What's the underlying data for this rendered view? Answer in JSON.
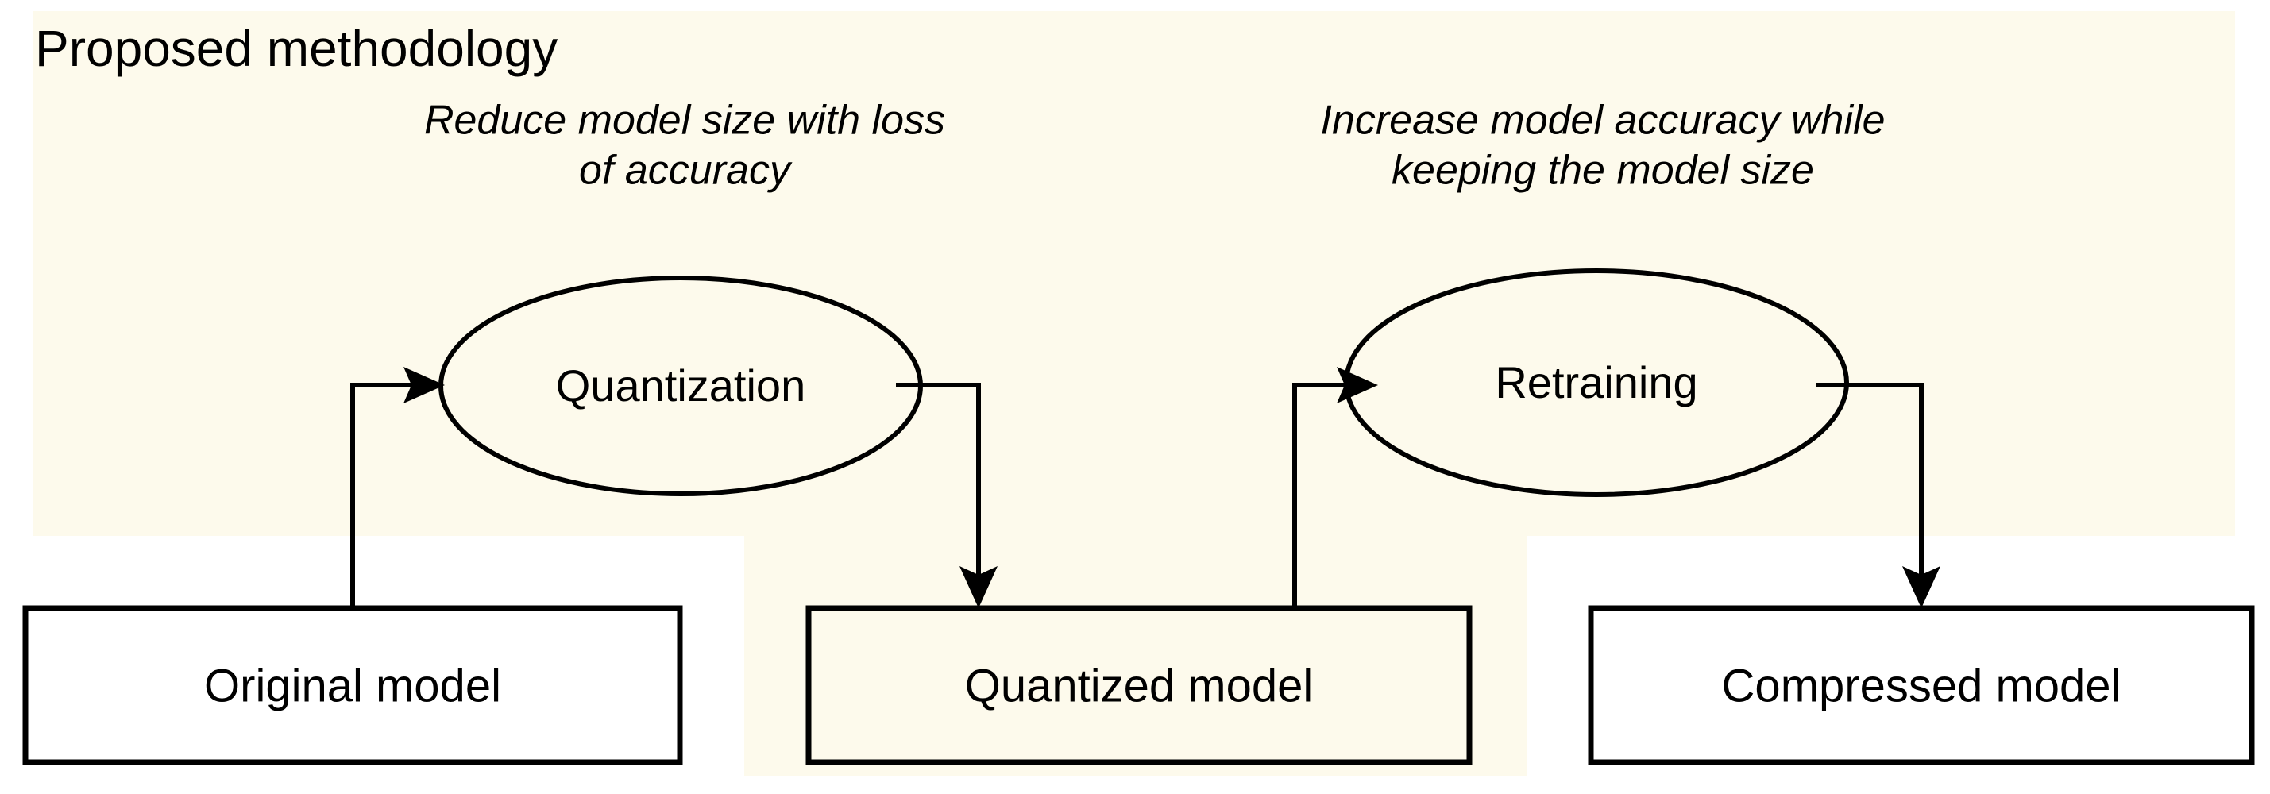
{
  "diagram": {
    "title": "Proposed methodology",
    "background_color": "#FDFAEC",
    "line_color": "#000000",
    "captions": [
      {
        "id": "left-caption",
        "line1": "Reduce model size with loss",
        "line2": "of accuracy"
      },
      {
        "id": "right-caption",
        "line1": "Increase model accuracy while",
        "line2": "keeping the model size"
      }
    ],
    "process_nodes": [
      {
        "id": "quantization",
        "label": "Quantization"
      },
      {
        "id": "retraining",
        "label": "Retraining"
      }
    ],
    "model_boxes": [
      {
        "id": "original-model",
        "label": "Original model"
      },
      {
        "id": "quantized-model",
        "label": "Quantized model"
      },
      {
        "id": "compressed-model",
        "label": "Compressed model"
      }
    ],
    "connectors": [
      {
        "id": "original-to-quantization",
        "from": "original-model",
        "to": "quantization"
      },
      {
        "id": "quantization-to-quantized",
        "from": "quantization",
        "to": "quantized-model"
      },
      {
        "id": "quantized-to-retraining",
        "from": "quantized-model",
        "to": "retraining"
      },
      {
        "id": "retraining-to-compressed",
        "from": "retraining",
        "to": "compressed-model"
      }
    ]
  }
}
